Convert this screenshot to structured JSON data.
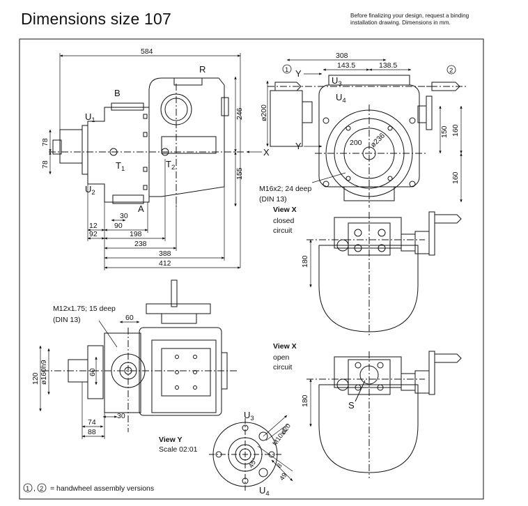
{
  "header": {
    "title": "Dimensions size 107",
    "note_line1": "Before finalizing your design, request a binding",
    "note_line2": "installation drawing. Dimensions in mm."
  },
  "side_view": {
    "dims": [
      "584",
      "246",
      "155",
      "78",
      "78",
      "30",
      "12",
      "90",
      "92",
      "198",
      "238",
      "388",
      "412"
    ],
    "labels": {
      "R": "R",
      "B": "B",
      "U1": "U",
      "U1_sub": "1",
      "U2": "U",
      "U2_sub": "2",
      "T1": "T",
      "T1_sub": "1",
      "T2": "T",
      "T2_sub": "2",
      "A": "A",
      "X": "X"
    }
  },
  "front_view": {
    "dims": [
      "308",
      "143.5",
      "138.5",
      "ø200",
      "150",
      "160",
      "160",
      "200",
      "ø236"
    ],
    "labels": {
      "v1": "1",
      "v2": "2",
      "Y_top": "Y",
      "Y_bot": "Y",
      "U3": "U",
      "U3_sub": "3",
      "U4": "U",
      "U4_sub": "4"
    },
    "thread_note_1": "M16x2; 24 deep",
    "thread_note_2": "(DIN 13)"
  },
  "view_x_closed": {
    "title": "View X",
    "line1": "closed",
    "line2": "circuit",
    "dim": "180"
  },
  "view_x_open": {
    "title": "View X",
    "line1": "open",
    "line2": "circuit",
    "dim": "180",
    "label_s": "S"
  },
  "bottom_view": {
    "thread_note_1": "M12x1.75; 15 deep",
    "thread_note_2": "(DIN 13)",
    "dims": [
      "60",
      "60",
      "120",
      "ø160h9",
      "30",
      "74",
      "88"
    ]
  },
  "view_y": {
    "title": "View Y",
    "scale": "Scale 02:01",
    "labels": {
      "U3": "U",
      "U3_sub": "3",
      "U4": "U",
      "U4_sub": "4"
    },
    "dims": [
      "ø20",
      "M10x1",
      "8",
      "49",
      "45°"
    ]
  },
  "footer": {
    "c1": "1",
    "sep": ",",
    "c2": "2",
    "text": "= handwheel assembly versions"
  }
}
